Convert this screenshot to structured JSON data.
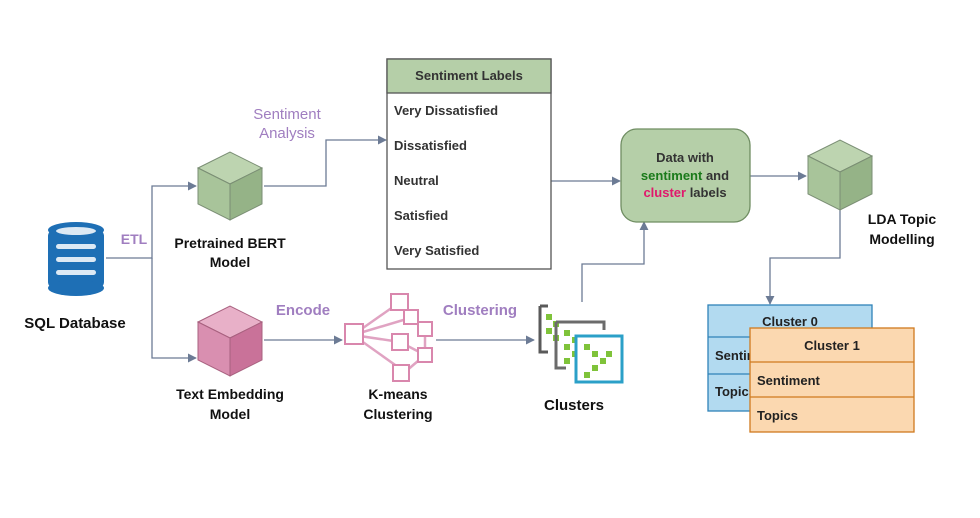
{
  "nodes": {
    "sql_database": "SQL Database",
    "bert_model": [
      "Pretrained BERT",
      "Model"
    ],
    "embedding_model": [
      "Text Embedding",
      "Model"
    ],
    "kmeans": [
      "K-means",
      "Clustering"
    ],
    "clusters": "Clusters",
    "lda": [
      "LDA Topic",
      "Modelling"
    ]
  },
  "edge_labels": {
    "etl": "ETL",
    "sentiment_analysis": [
      "Sentiment",
      "Analysis"
    ],
    "encode": "Encode",
    "clustering": "Clustering"
  },
  "sentiment_table": {
    "header": "Sentiment Labels",
    "rows": [
      "Very Dissatisfied",
      "Dissatisfied",
      "Neutral",
      "Satisfied",
      "Very Satisfied"
    ]
  },
  "data_box": {
    "line1": "Data with",
    "sentiment_word": "sentiment",
    "and_word": " and",
    "cluster_word": "cluster",
    "labels_word": " labels"
  },
  "cluster_tables": [
    {
      "header": "Cluster 0",
      "rows": [
        "Sentiment",
        "Topics"
      ]
    },
    {
      "header": "Cluster 1",
      "rows": [
        "Sentiment",
        "Topics"
      ]
    }
  ],
  "colors": {
    "edge": "#6c7b95",
    "label_purple": "#a07ec0",
    "green_box": "#b5cfa8",
    "green_text": "#1a7a1a",
    "pink_text": "#e0186c",
    "cube_green": "#a8c49a",
    "cube_pink": "#d98fb0",
    "db_blue": "#1e6fb5",
    "cluster0_fill": "#b2daf0",
    "cluster1_fill": "#fbd8b0"
  }
}
